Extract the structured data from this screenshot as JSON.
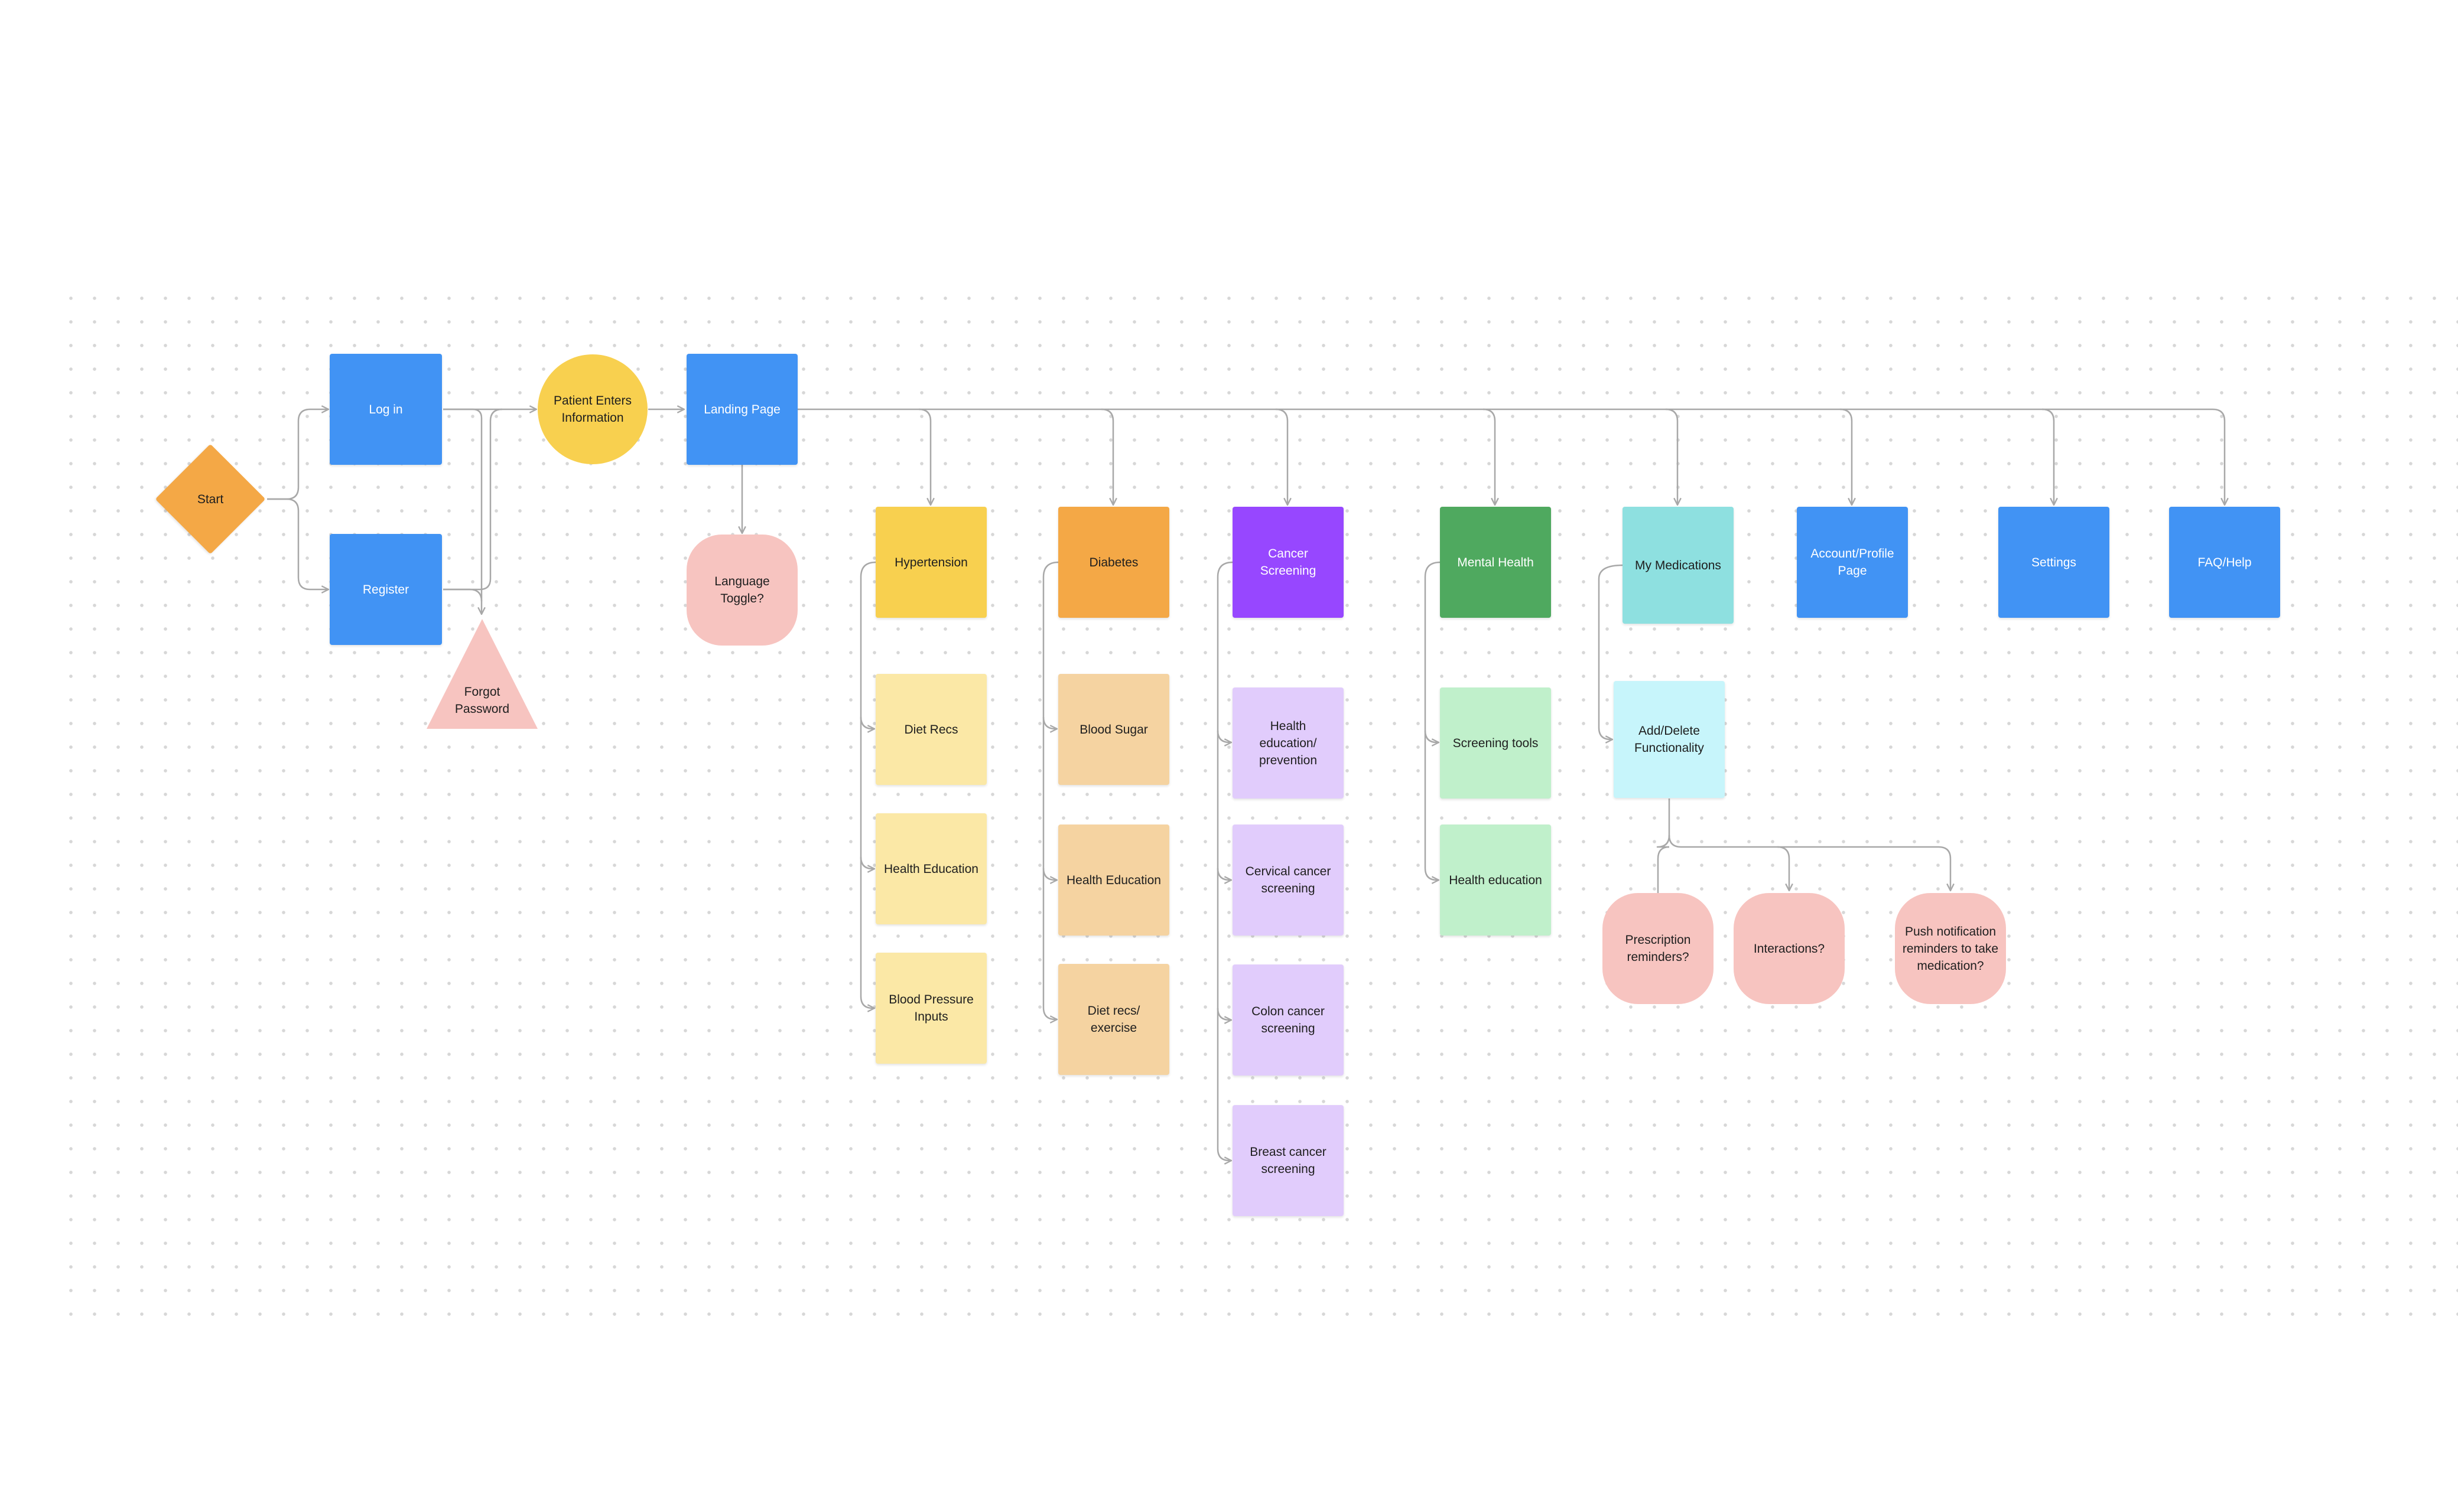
{
  "diagram": {
    "nodes": {
      "start": "Start",
      "log_in": "Log in",
      "register": "Register",
      "forgot_password": "Forgot\nPassword",
      "patient_enters_information": "Patient Enters\nInformation",
      "landing_page": "Landing Page",
      "language_toggle": "Language\nToggle?",
      "hypertension": "Hypertension",
      "diet_recs": "Diet Recs",
      "hypertension_health_education": "Health Education",
      "blood_pressure_inputs": "Blood Pressure\nInputs",
      "diabetes": "Diabetes",
      "blood_sugar": "Blood Sugar",
      "diabetes_health_education": "Health Education",
      "diet_recs_exercise": "Diet recs/\nexercise",
      "cancer_screening": "Cancer\nScreening",
      "health_education_prevention": "Health\neducation/\nprevention",
      "cervical_cancer_screening": "Cervical cancer\nscreening",
      "colon_cancer_screening": "Colon cancer\nscreening",
      "breast_cancer_screening": "Breast cancer\nscreening",
      "mental_health": "Mental Health",
      "screening_tools": "Screening tools",
      "mental_health_education": "Health education",
      "my_medications": "My Medications",
      "add_delete_functionality": "Add/Delete\nFunctionality",
      "prescription_reminders": "Prescription\nreminders?",
      "interactions": "Interactions?",
      "push_notification_reminders": "Push notification\nreminders to take\nmedication?",
      "account_profile_page": "Account/Profile\nPage",
      "settings": "Settings",
      "faq_help": "FAQ/Help"
    },
    "colors": {
      "connector": "#a8a8a8",
      "blue": "#4193f4",
      "yellow": "#f8d04f",
      "orange": "#f4a846",
      "purple": "#9747ff",
      "green": "#4fa95f",
      "teal": "#8ee0e0",
      "pink": "#f7c4c0"
    }
  }
}
